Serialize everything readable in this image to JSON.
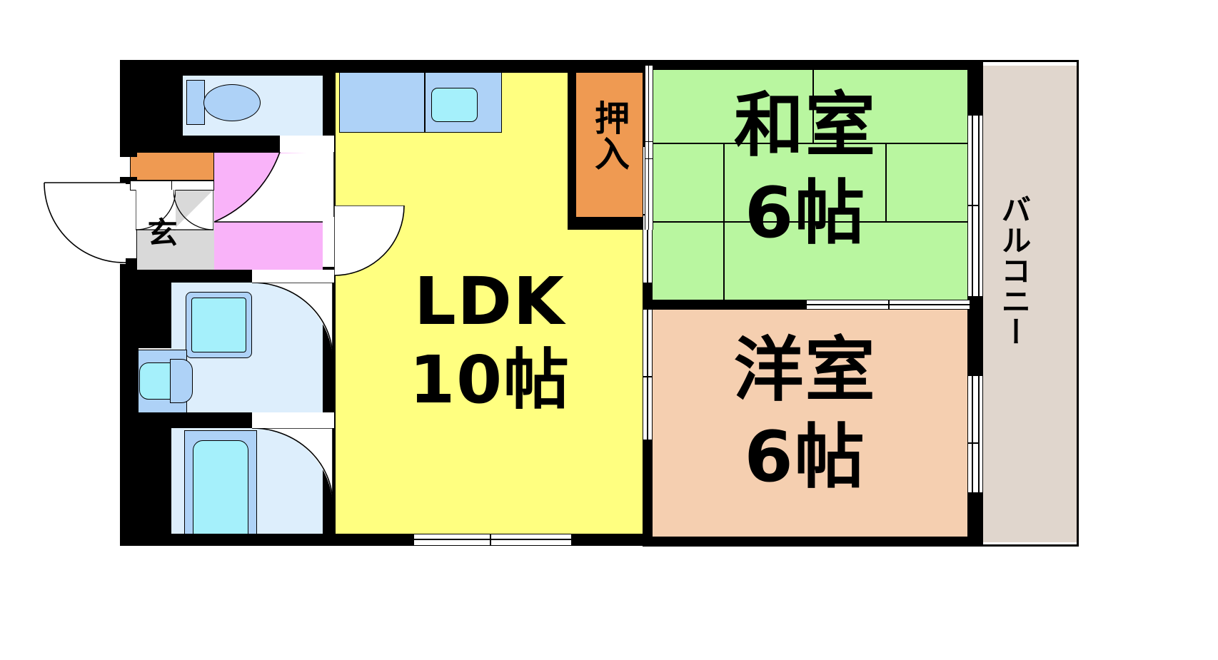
{
  "document": {
    "type": "japanese-apartment-floorplan",
    "layout_name": "2LDK"
  },
  "rooms": [
    {
      "id": "ldk",
      "label": "LDK",
      "size": "10帖",
      "color": "#ffff80"
    },
    {
      "id": "washitsu",
      "label": "和室",
      "size": "6帖",
      "color": "#b9f6a0"
    },
    {
      "id": "yoshitsu",
      "label": "洋室",
      "size": "6帖",
      "color": "#f5cfb0"
    },
    {
      "id": "closet",
      "label": "押入",
      "size": "",
      "color": "#ef9a52"
    },
    {
      "id": "genkan",
      "label": "玄",
      "size": "",
      "color": "#d9d9d9"
    },
    {
      "id": "balcony",
      "label": "バルコニー",
      "size": "",
      "color": "#e0d6cd"
    },
    {
      "id": "toilet",
      "label": "",
      "size": "",
      "color": "#ddeefc"
    },
    {
      "id": "washroom",
      "label": "",
      "size": "",
      "color": "#ddeefc"
    },
    {
      "id": "bath",
      "label": "",
      "size": "",
      "color": "#ddeefc"
    },
    {
      "id": "corridor",
      "label": "",
      "size": "",
      "color": "#f9b3f9"
    },
    {
      "id": "kitchen",
      "label": "",
      "size": "",
      "color": "#aed2f7"
    }
  ],
  "labels": {
    "ldk_name": "LDK",
    "ldk_size": "10帖",
    "washitsu_name": "和室",
    "washitsu_size": "6帖",
    "yoshitsu_name": "洋室",
    "yoshitsu_size": "6帖",
    "closet_name": "押入",
    "genkan_name": "玄",
    "balcony_name": "バルコニー"
  },
  "fixtures": [
    {
      "name": "toilet-bowl",
      "room": "toilet"
    },
    {
      "name": "toilet-tank",
      "room": "toilet"
    },
    {
      "name": "washing-machine-space",
      "room": "washroom"
    },
    {
      "name": "vanity-sink",
      "room": "washroom"
    },
    {
      "name": "bathtub",
      "room": "bath"
    },
    {
      "name": "kitchen-sink",
      "room": "kitchen"
    },
    {
      "name": "kitchen-counter",
      "room": "kitchen"
    },
    {
      "name": "shoe-cabinet",
      "room": "genkan"
    }
  ],
  "colors": {
    "wall": "#000000",
    "ldk": "#ffff80",
    "washitsu": "#b9f6a0",
    "yoshitsu": "#f5cfb0",
    "closet": "#ef9a52",
    "genkan": "#d9d9d9",
    "balcony": "#e0d6cd",
    "water_light": "#ddeefc",
    "water_mid": "#aed2f7",
    "water_deep": "#a5f0fb",
    "corridor": "#f9b3f9",
    "shoe_cabinet": "#ef9a52",
    "background": "#ffffff"
  }
}
